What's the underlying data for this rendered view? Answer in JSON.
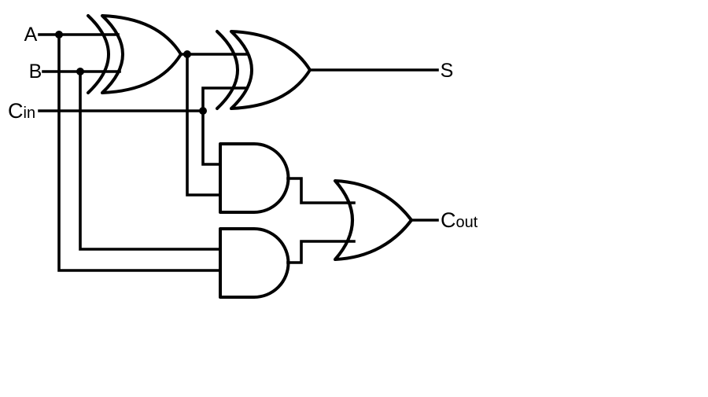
{
  "diagram": {
    "kind": "logic-circuit",
    "circuit_name": "full-adder",
    "colors": {
      "background": "#ffffff",
      "stroke": "#000000",
      "junction_fill": "#000000"
    },
    "labels": {
      "input_a": "A",
      "input_b": "B",
      "input_cin_main": "C",
      "input_cin_sub": "in",
      "output_s": "S",
      "output_cout_main": "C",
      "output_cout_sub": "out"
    },
    "gates": [
      {
        "id": "xor1",
        "type": "XOR",
        "inputs": [
          "A",
          "B"
        ],
        "output": "A xor B"
      },
      {
        "id": "xor2",
        "type": "XOR",
        "inputs": [
          "A xor B",
          "Cin"
        ],
        "output": "S"
      },
      {
        "id": "and1",
        "type": "AND",
        "inputs": [
          "Cin",
          "A xor B"
        ],
        "output": "to OR"
      },
      {
        "id": "and2",
        "type": "AND",
        "inputs": [
          "B",
          "A"
        ],
        "output": "to OR"
      },
      {
        "id": "or1",
        "type": "OR",
        "inputs": [
          "and1",
          "and2"
        ],
        "output": "Cout"
      }
    ],
    "junction_count": "4"
  }
}
